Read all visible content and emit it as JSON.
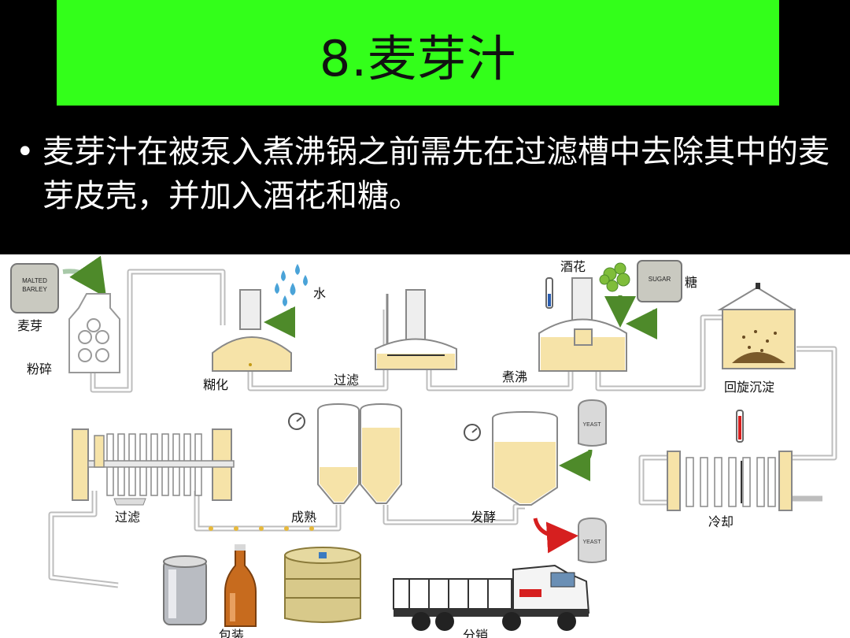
{
  "slide": {
    "title": "8.麦芽汁",
    "bullet": "麦芽汁在被泵入煮沸锅之前需先在过滤槽中去除其中的麦芽皮壳，并加入酒花和糖。"
  },
  "diagram": {
    "labels": {
      "malt": "麦芽",
      "mill": "粉碎",
      "water": "水",
      "mash": "糊化",
      "lauter": "过滤",
      "hops": "酒花",
      "sugar": "糖",
      "boil": "煮沸",
      "whirlpool": "回旋沉淀",
      "cool": "冷却",
      "ferment": "发酵",
      "mature": "成熟",
      "filter": "过滤",
      "package": "包装",
      "distribute": "分销"
    },
    "sack_text": {
      "malt_line1": "MALTED",
      "malt_line2": "BARLEY",
      "sugar": "SUGAR",
      "yeast": "YEAST"
    },
    "colors": {
      "title_bg": "#33ff1a",
      "liquid": "#f6e3a8",
      "pipe": "#cfcfcf",
      "arrow_green": "#4e8a2a",
      "arrow_red": "#d61f1f"
    }
  }
}
